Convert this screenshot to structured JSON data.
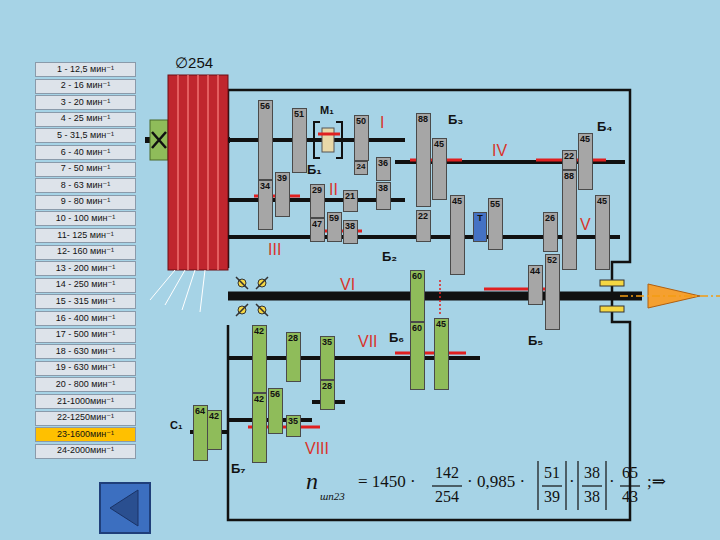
{
  "diagram": {
    "nodes": [
      {
        "text": [
          "1 - 12,5 мин⁻¹"
        ]
      },
      {
        "text": [
          "2 - 16 мин⁻¹"
        ]
      },
      {
        "text": [
          "3 - 20 мин⁻¹"
        ]
      },
      {
        "text": [
          "4 - 25 мин⁻¹"
        ]
      },
      {
        "text": [
          "5 - 31,5 мин⁻¹"
        ]
      },
      {
        "text": [
          "6 - 40 мин⁻¹"
        ]
      },
      {
        "text": [
          "7 - 50 мин⁻¹"
        ]
      },
      {
        "text": [
          "8 - 63 мин⁻¹"
        ]
      },
      {
        "text": [
          "9 - 80 мин⁻¹"
        ]
      },
      {
        "text": [
          "10 - 100 мин⁻¹"
        ]
      },
      {
        "text": [
          "11- 125 мин⁻¹"
        ]
      },
      {
        "text": [
          "12- 160 мин⁻¹"
        ]
      },
      {
        "text": [
          "13 - 200 мин⁻¹"
        ]
      },
      {
        "text": [
          "14 - 250 мин⁻¹"
        ]
      },
      {
        "text": [
          "15 - 315 мин⁻¹"
        ]
      },
      {
        "text": [
          "16 - 400 мин⁻¹"
        ]
      },
      {
        "text": [
          "17 - 500 мин⁻¹"
        ]
      },
      {
        "text": [
          "18 - 630 мин⁻¹"
        ]
      },
      {
        "text": [
          "19 - 630 мин⁻¹"
        ]
      },
      {
        "text": [
          "20 - 800 мин⁻¹"
        ]
      },
      {
        "text": [
          "21-1000мин⁻¹"
        ]
      },
      {
        "text": [
          "22-1250мин⁻¹"
        ]
      },
      {
        "text": [
          "23-1600мин⁻¹"
        ]
      },
      {
        "text": [
          "24-2000мин⁻¹"
        ]
      },
      {
        "text": [
          "56"
        ]
      },
      {
        "text": [
          "51"
        ]
      },
      {
        "text": [
          "50"
        ]
      },
      {
        "text": [
          "88"
        ]
      },
      {
        "text": [
          "45"
        ]
      },
      {
        "text": [
          "45"
        ]
      },
      {
        "text": [
          "22"
        ]
      },
      {
        "text": [
          "24"
        ]
      },
      {
        "text": [
          "36"
        ]
      },
      {
        "text": [
          "39"
        ]
      },
      {
        "text": [
          "34"
        ]
      },
      {
        "text": [
          "38"
        ]
      },
      {
        "text": [
          "29"
        ]
      },
      {
        "text": [
          "21"
        ]
      },
      {
        "text": [
          "88"
        ]
      },
      {
        "text": [
          "45"
        ]
      },
      {
        "text": [
          "55"
        ]
      },
      {
        "text": [
          "45"
        ]
      },
      {
        "text": [
          "22"
        ]
      },
      {
        "text": [
          "T"
        ]
      },
      {
        "text": [
          "59"
        ]
      },
      {
        "text": [
          "38"
        ]
      },
      {
        "text": [
          "47"
        ]
      },
      {
        "text": [
          "26"
        ]
      },
      {
        "text": [
          "52"
        ]
      },
      {
        "text": [
          "44"
        ]
      },
      {
        "text": [
          "60"
        ]
      },
      {
        "text": [
          "60"
        ]
      },
      {
        "text": [
          "45"
        ]
      },
      {
        "text": [
          "42"
        ]
      },
      {
        "text": [
          "28"
        ]
      },
      {
        "text": [
          "35"
        ]
      },
      {
        "text": [
          "28"
        ]
      },
      {
        "text": [
          "56"
        ]
      },
      {
        "text": [
          "42"
        ]
      },
      {
        "text": [
          "64"
        ]
      },
      {
        "text": [
          "42"
        ]
      },
      {
        "text": [
          "35"
        ]
      }
    ],
    "labels": [
      "∅254",
      "M₁",
      "I",
      "II",
      "III",
      "IV",
      "V",
      "VI",
      "VII",
      "VIII",
      "Б₁",
      "Б₂",
      "Б₃",
      "Б₄",
      "Б₅",
      "Б₆",
      "Б₇",
      "C₁",
      "n",
      "шп23",
      "= 1450 ·",
      "142",
      "254",
      "· 0,985 ·",
      "51",
      "39",
      "·",
      "38",
      "38",
      "·",
      "65",
      "43",
      ";⇒"
    ]
  }
}
